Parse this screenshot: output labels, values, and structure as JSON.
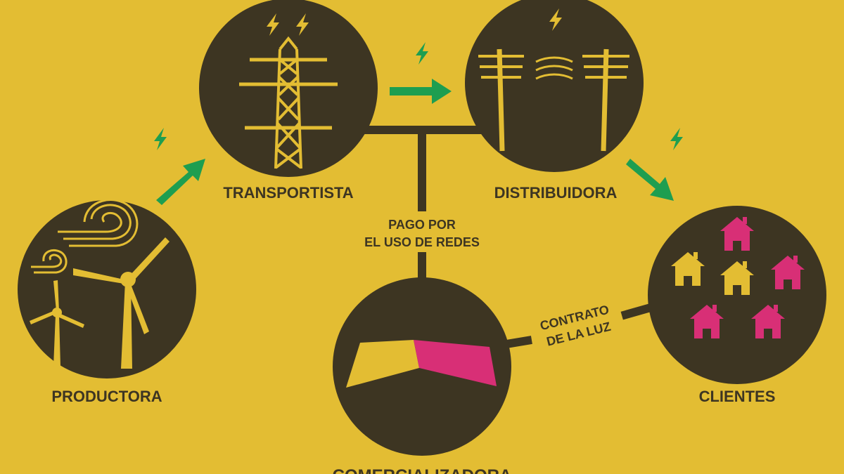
{
  "nodes": {
    "productora": "PRODUCTORA",
    "transportista": "TRANSPORTISTA",
    "distribuidora": "DISTRIBUIDORA",
    "clientes": "CLIENTES",
    "comercializadora": "COMERCIALIZADORA"
  },
  "connections": {
    "pago_line1": "PAGO POR",
    "pago_line2": "EL USO DE REDES",
    "contrato_line1": "CONTRATO",
    "contrato_line2": "DE LA LUZ"
  },
  "colors": {
    "background": "#e3bd33",
    "circle": "#3d3522",
    "icon_yellow": "#e3bd33",
    "arrow_green": "#1e9e50",
    "house_pink": "#d82f76"
  },
  "icons": [
    "wind-turbine-icon",
    "pylon-icon",
    "power-line-icon",
    "house-icon",
    "lightning-bolt-icon",
    "green-arrow-icon"
  ]
}
